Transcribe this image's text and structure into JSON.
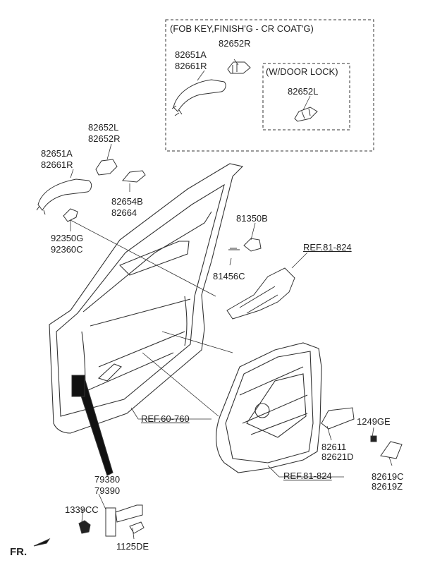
{
  "option_box": {
    "title": "(FOB KEY,FINISH'G - CR COAT'G)",
    "sub_title": "(W/DOOR LOCK)"
  },
  "labels": {
    "opt_handle_a": "82651A",
    "opt_handle_r": "82661R",
    "opt_cover_r": "82652R",
    "opt_lock_l": "82652L",
    "handle_a": "82651A",
    "handle_r": "82661R",
    "cover_l": "82652L",
    "cover_r": "82652R",
    "cap_b": "82654B",
    "cap_c": "82664",
    "gasket_g": "92350G",
    "gasket_c": "92360C",
    "bracket_b": "81350B",
    "screw_c": "81456C",
    "checker_a": "79380",
    "checker_b": "79390",
    "bolt_cc": "1339CC",
    "bolt_de": "1125DE",
    "inner_handle_a": "82611",
    "inner_handle_b": "82621D",
    "screw_ge": "1249GE",
    "cover_c": "82619C",
    "cover_z": "82619Z"
  },
  "refs": {
    "ref_latch": "REF.81-824",
    "ref_body": "REF.60-760",
    "ref_module": "REF.81-824"
  },
  "direction": {
    "label": "FR."
  }
}
